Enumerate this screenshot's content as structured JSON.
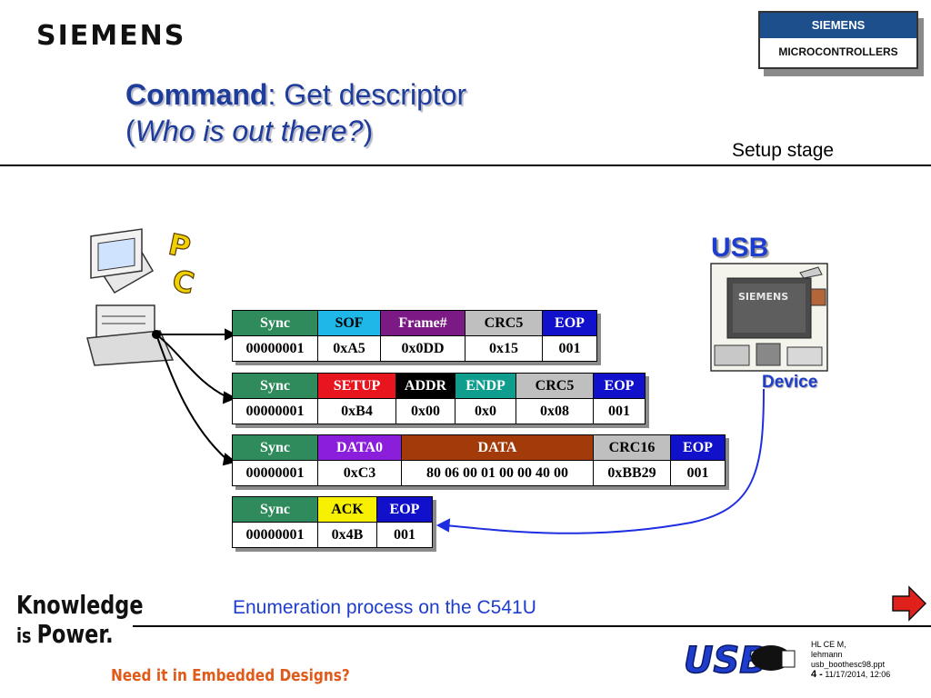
{
  "header": {
    "logo": "SIEMENS",
    "title_bold": "Command",
    "title_rest": ": Get descriptor",
    "subtitle_open": "(",
    "subtitle_italic": "Who is out there?",
    "subtitle_close": ")",
    "stage": "Setup stage"
  },
  "badge": {
    "top": "SIEMENS",
    "bottom": "MICROCONTROLLERS"
  },
  "host": {
    "letter1": "P",
    "letter2": "C"
  },
  "device": {
    "bus_label": "USB",
    "label": "Device",
    "chip_text": "SIEMENS"
  },
  "packets": {
    "sof": {
      "headers": [
        "Sync",
        "SOF",
        "Frame#",
        "CRC5",
        "EOP"
      ],
      "values": [
        "00000001",
        "0xA5",
        "0x0DD",
        "0x15",
        "001"
      ]
    },
    "setup": {
      "headers": [
        "Sync",
        "SETUP",
        "ADDR",
        "ENDP",
        "CRC5",
        "EOP"
      ],
      "values": [
        "00000001",
        "0xB4",
        "0x00",
        "0x0",
        "0x08",
        "001"
      ]
    },
    "data": {
      "headers": [
        "Sync",
        "DATA0",
        "DATA",
        "CRC16",
        "EOP"
      ],
      "values": [
        "00000001",
        "0xC3",
        "80 06 00 01 00 00 40 00",
        "0xBB29",
        "001"
      ]
    },
    "ack": {
      "headers": [
        "Sync",
        "ACK",
        "EOP"
      ],
      "values": [
        "00000001",
        "0x4B",
        "001"
      ]
    }
  },
  "footer": {
    "caption": "Enumeration process on the C541U",
    "knowledge_1": "Knowledge",
    "knowledge_2a": "is ",
    "knowledge_2b": "Power.",
    "need": "Need it in Embedded Designs?",
    "usb_logo": "USB",
    "info_1": "HL CE M,",
    "info_2": "lehmann",
    "info_3": "usb_boothesc98.ppt",
    "page": "4 -",
    "date": "11/17/2014, 12:06"
  },
  "colors": {
    "title": "#1e3d9a",
    "sync": "#2f8a5c",
    "sof": "#1fb6e8",
    "frame": "#7b1a84",
    "crc": "#bfbfbf",
    "eop": "#1111cc",
    "setup": "#e8141e",
    "addr": "#000000",
    "endp": "#0f9e8e",
    "data0": "#8a1edb",
    "data": "#a33a0a",
    "ack": "#f7f000"
  }
}
